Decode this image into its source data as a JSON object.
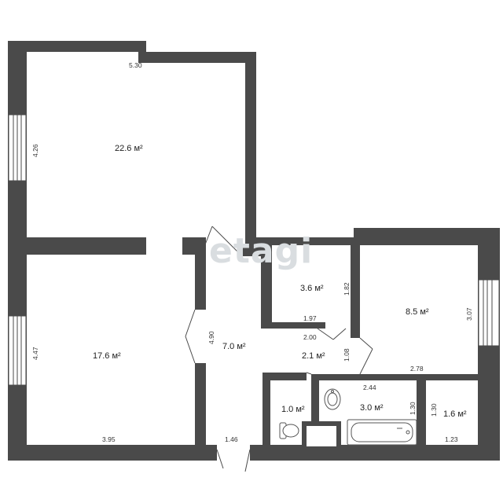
{
  "watermark": "etagi",
  "colors": {
    "wall": "#4a4a4a",
    "background": "#ffffff",
    "glass": "#ffffff",
    "fixture_stroke": "#555555"
  },
  "rooms": [
    {
      "id": "room-top-left",
      "area": "22.6 м²",
      "dims": [
        "5.30",
        "4.26"
      ]
    },
    {
      "id": "room-bottom-left",
      "area": "17.6 м²",
      "dims": [
        "4.47",
        "3.95"
      ]
    },
    {
      "id": "hallway",
      "area": "7.0 м²",
      "dims": [
        "4.90",
        "1.46"
      ]
    },
    {
      "id": "storage",
      "area": "3.6 м²",
      "dims": [
        "1.82",
        "1.97"
      ]
    },
    {
      "id": "corridor",
      "area": "2.1 м²",
      "dims": [
        "2.00",
        "1.08"
      ]
    },
    {
      "id": "room-right",
      "area": "8.5 м²",
      "dims": [
        "3.07",
        "2.78"
      ]
    },
    {
      "id": "toilet",
      "area": "1.0 м²",
      "dims": []
    },
    {
      "id": "bathroom",
      "area": "3.0 м²",
      "dims": [
        "2.44",
        "1.30"
      ]
    },
    {
      "id": "small-room",
      "area": "1.6 м²",
      "dims": [
        "1.30",
        "1.23"
      ]
    }
  ],
  "icons": [
    "window-icon",
    "door-icon",
    "bathtub-icon",
    "sink-icon",
    "toilet-icon"
  ]
}
